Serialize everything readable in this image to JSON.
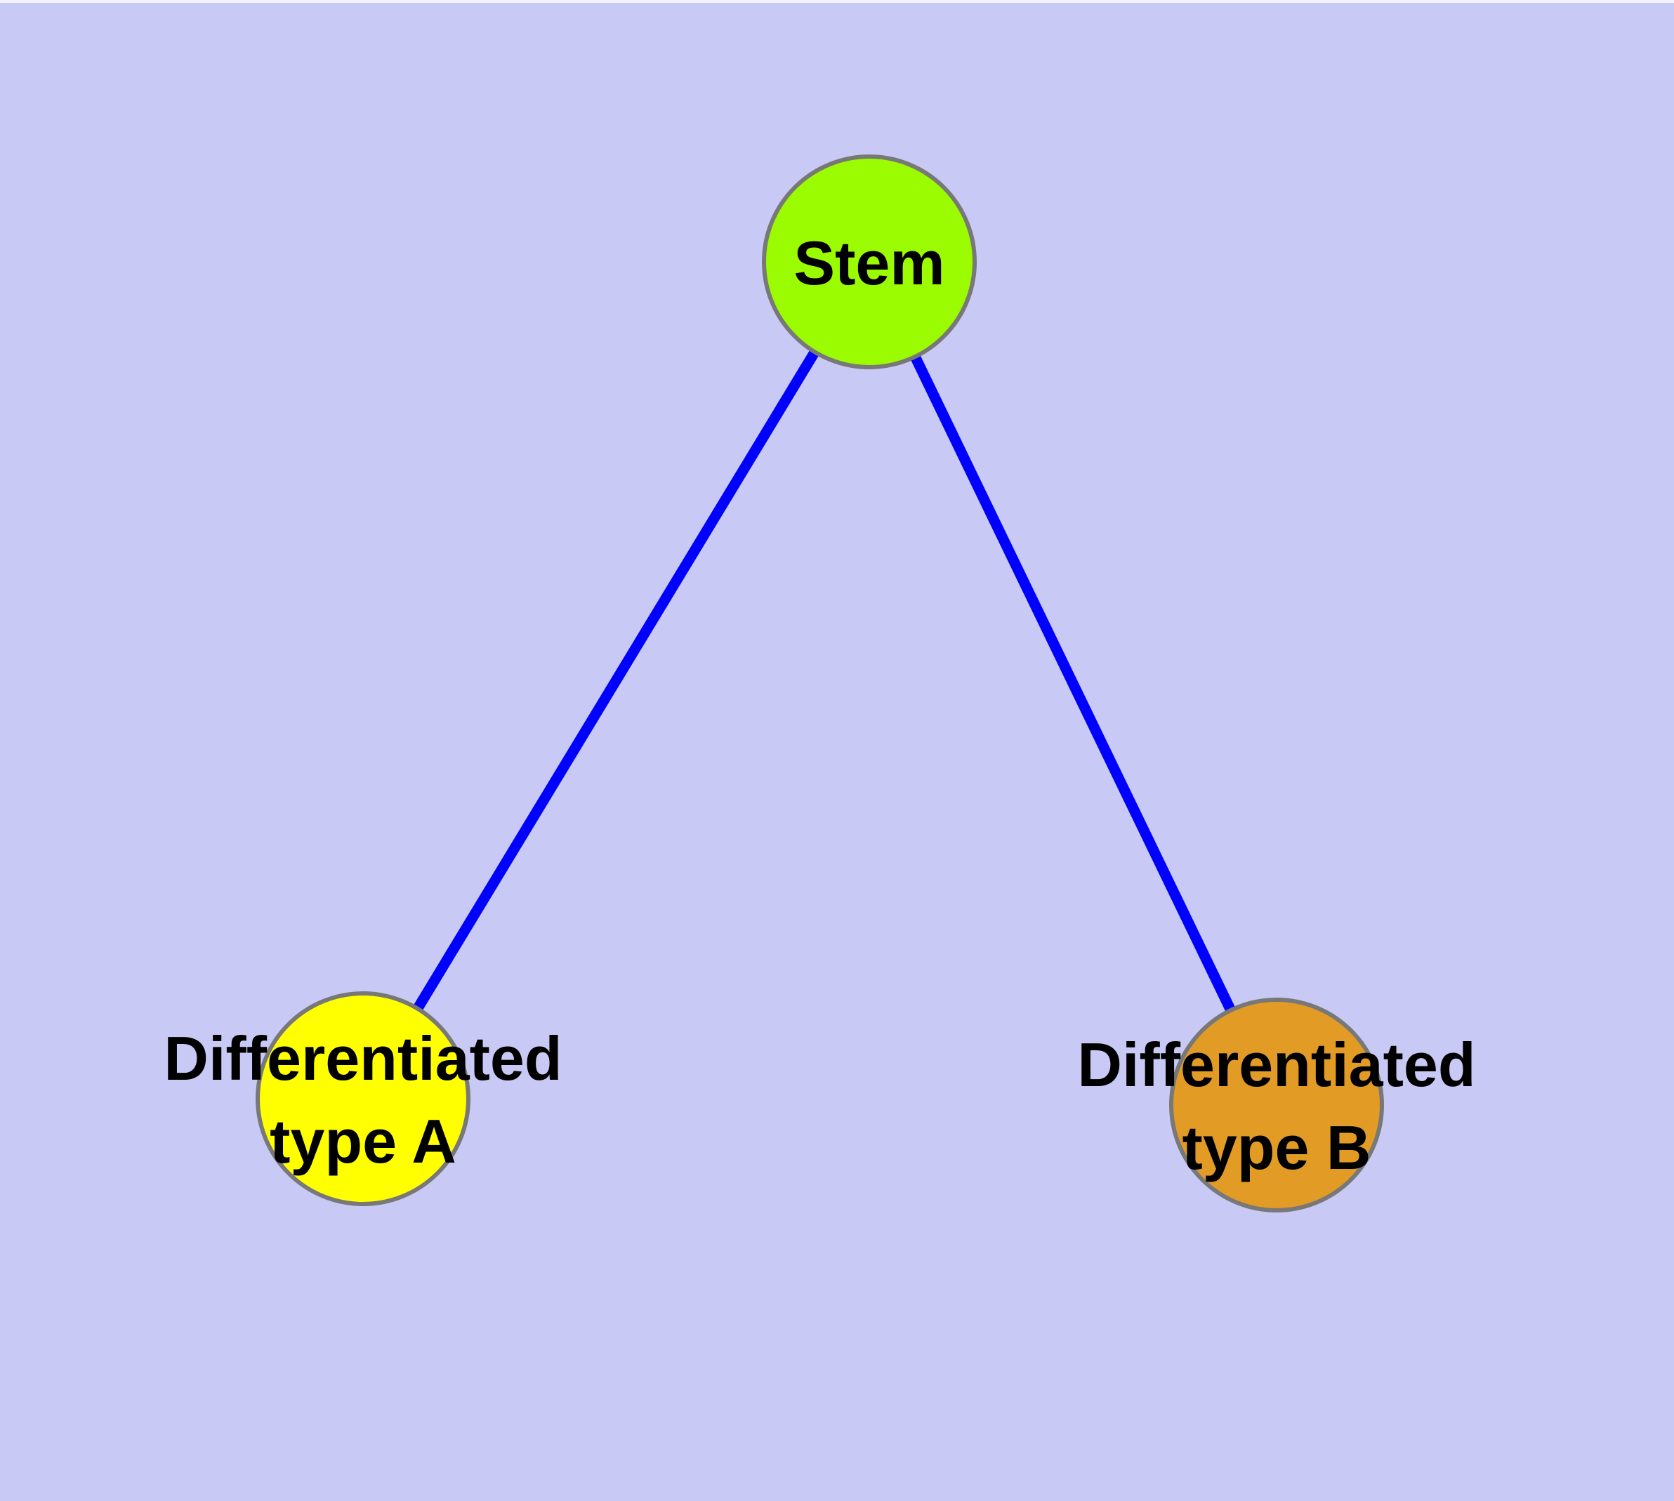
{
  "diagram": {
    "background_color": "#C9C9F5",
    "edge_color": "#0000FF",
    "node_border_color": "#787878",
    "text_color": "#000000",
    "nodes": [
      {
        "id": "stem",
        "label": "Stem",
        "fill": "#9BFB00"
      },
      {
        "id": "differentiated-type-a",
        "label": "Differentiated type A",
        "label_line1": "Differentiated",
        "label_line2": "type A",
        "fill": "#FFFF00"
      },
      {
        "id": "differentiated-type-b",
        "label": "Differentiated type B",
        "label_line1": "Differentiated",
        "label_line2": "type B",
        "fill": "#E29B25"
      }
    ],
    "edges": [
      {
        "from": "Stem",
        "to": "Differentiated type A"
      },
      {
        "from": "Stem",
        "to": "Differentiated type B"
      }
    ]
  }
}
